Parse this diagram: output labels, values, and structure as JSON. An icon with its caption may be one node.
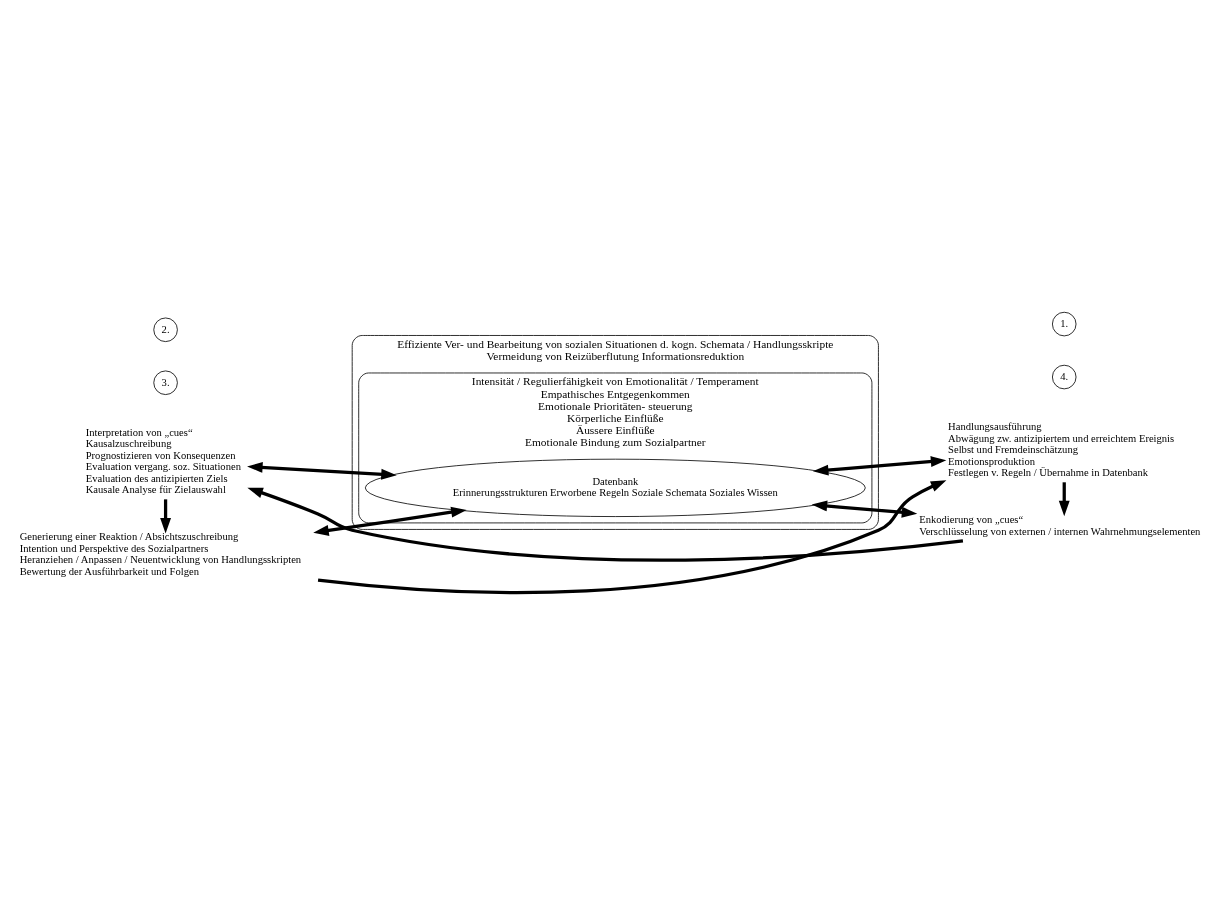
{
  "diagram": {
    "nodes": [
      {
        "text": [
          "Effiziente Ver- und Bearbeitung von sozialen Situationen d. kogn. Schemata / Handlungsskripte",
          "Vermeidung von Reizüberflutung Informationsreduktion"
        ]
      },
      {
        "text": [
          "Intensität / Regulierfähigkeit von Emotionalität / Temperament",
          "Empathisches Entgegenkommen",
          "Emotionale Prioritäten- steuerung",
          "Körperliche Einflüße",
          "Äussere Einflüße",
          "Emotionale Bindung zum Sozialpartner"
        ],
        "in": 0
      },
      {
        "text": [
          "Datenbank",
          "Erinnerungsstrukturen Erworbene Regeln Soziale Schemata Soziales Wissen"
        ],
        "in": 1
      },
      {
        "text": [
          "3."
        ]
      },
      {
        "text": [
          "Generierung einer Reaktion / Absichtszuschreibung",
          "Intention und Perspektive des Sozialpartners",
          "Heranziehen / Anpassen / Neuentwicklung von Handlungsskripten",
          "Bewertung der Ausführbarkeit und Folgen"
        ]
      },
      {
        "text": [
          "4."
        ]
      },
      {
        "text": [
          "Handlungsausführung",
          "Abwägung zw. antizipiertem und erreichtem Ereignis",
          "Selbst und Fremdeinschätzung",
          "Emotionsproduktion",
          "Festlegen v. Regeln / Übernahme in Datenbank"
        ]
      },
      {
        "text": [
          "2."
        ]
      },
      {
        "text": [
          "Interpretation von „cues“",
          "Kausalzuschreibung",
          "Prognostizieren von Konsequenzen",
          "Evaluation vergang. soz. Situationen",
          "Evaluation des antizipierten Ziels",
          "Kausale Analyse für Zielauswahl"
        ]
      },
      {
        "text": [
          "1."
        ]
      },
      {
        "text": [
          "Enkodierung von „cues“",
          "Verschlüsselung von externen / internen Wahrnehmungselementen"
        ]
      }
    ],
    "edges": [
      {
        "from": 4,
        "to": 6,
        "arrow": "to"
      },
      {
        "from": 6,
        "to": 10,
        "arrow": "to"
      },
      {
        "from": 10,
        "to": 8,
        "arrow": "to"
      },
      {
        "from": 8,
        "to": 4,
        "arrow": "to"
      },
      {
        "from": 2,
        "to": 4,
        "arrow": "both"
      },
      {
        "from": 2,
        "to": 6,
        "arrow": "both"
      },
      {
        "from": 2,
        "to": 8,
        "arrow": "both"
      },
      {
        "from": 2,
        "to": 10,
        "arrow": "both"
      }
    ]
  }
}
